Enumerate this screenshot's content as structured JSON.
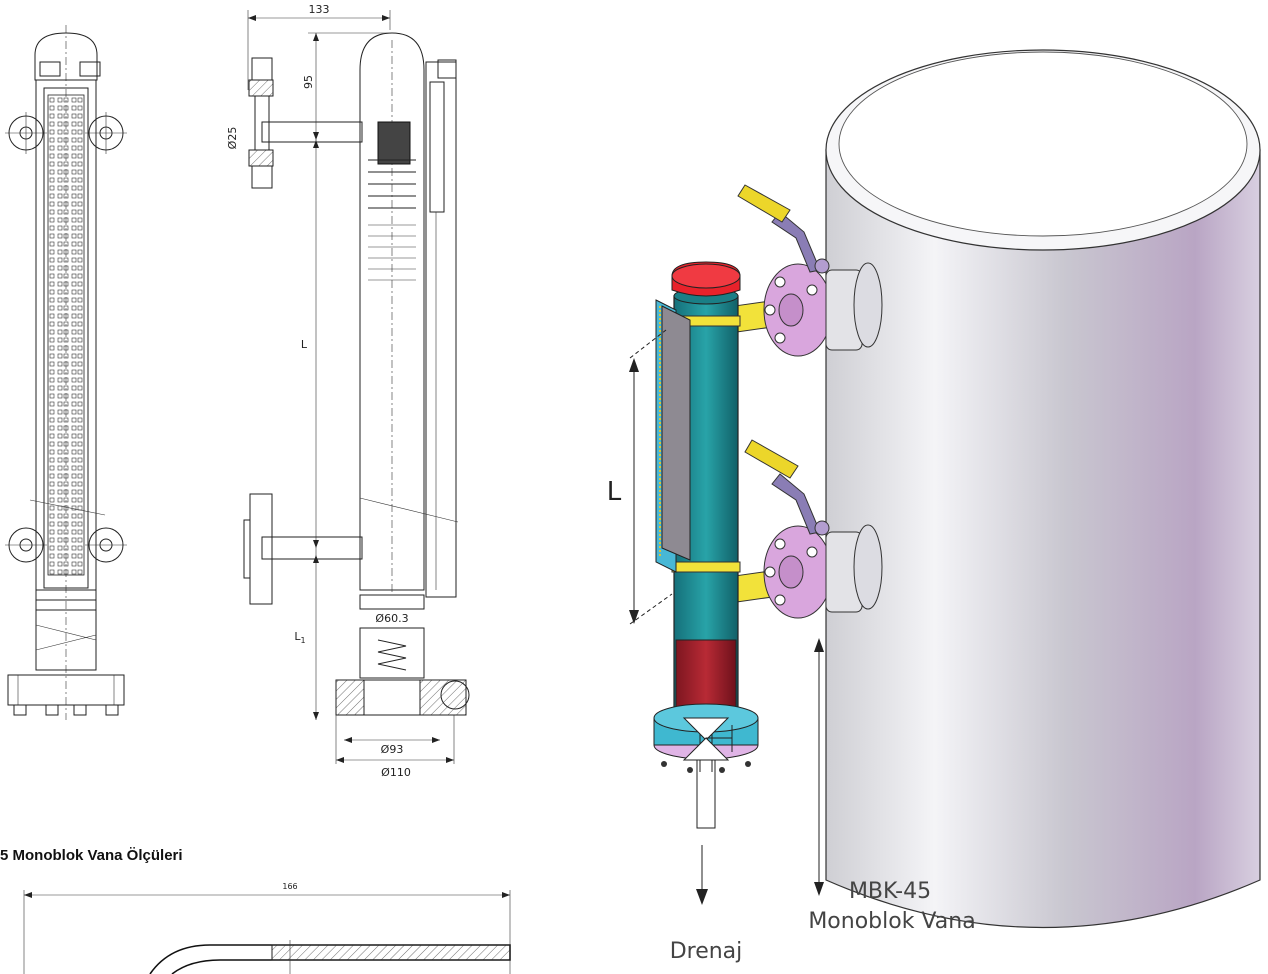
{
  "dimensions": {
    "width_top": "133",
    "top_offset": "95",
    "pipe_dia": "Ø25",
    "length": "L",
    "length_lower": "L",
    "length_lower_sub": "1",
    "chamber_dia": "Ø60.3",
    "flange_inner_dia": "Ø93",
    "flange_outer_dia": "Ø110",
    "valve_width": "166"
  },
  "section_title": "5 Monoblok Vana Ölçüleri",
  "render_3d": {
    "length_label": "L",
    "valve_label_line1": "MBK-45",
    "valve_label_line2": "Monoblok Vana",
    "drain_label": "Drenaj"
  },
  "colors": {
    "cap": "#e8222b",
    "column": "#1f8e94",
    "float_chamber": "#a8232d",
    "flange": "#d9a6dd",
    "flange_base": "#3fb8d0",
    "pipe": "#f2e23a",
    "handle": "#ecd62a",
    "handle_arm": "#8a7db5",
    "tank": "#d4d4dc"
  }
}
